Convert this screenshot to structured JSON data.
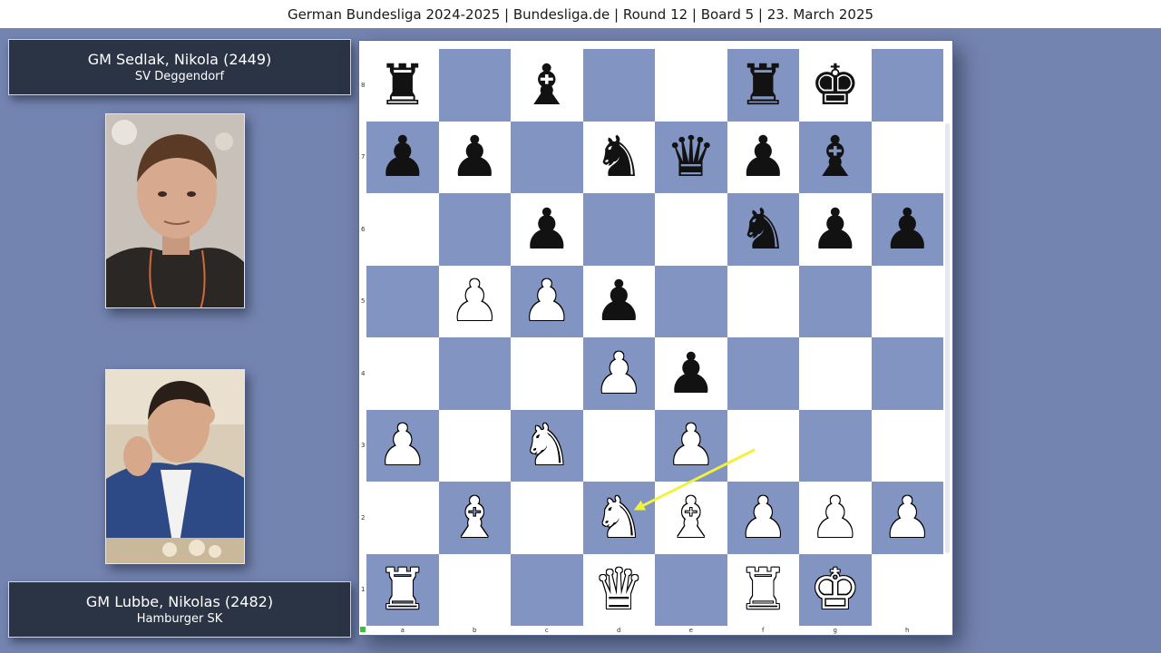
{
  "header": {
    "title": "German Bundesliga 2024-2025 | Bundesliga.de | Round 12 | Board 5 | 23. March 2025"
  },
  "black_player": {
    "name": "GM Sedlak, Nikola (2449)",
    "club": "SV Deggendorf"
  },
  "white_player": {
    "name": "GM Lubbe, Nikolas (2482)",
    "club": "Hamburger SK"
  },
  "board": {
    "files": [
      "a",
      "b",
      "c",
      "d",
      "e",
      "f",
      "g",
      "h"
    ],
    "ranks": [
      "8",
      "7",
      "6",
      "5",
      "4",
      "3",
      "2",
      "1"
    ],
    "light_color": "#ffffff",
    "dark_color": "#8194c2",
    "pieces": [
      {
        "square": "a8",
        "piece": "r"
      },
      {
        "square": "c8",
        "piece": "b"
      },
      {
        "square": "f8",
        "piece": "r"
      },
      {
        "square": "g8",
        "piece": "k"
      },
      {
        "square": "a7",
        "piece": "p"
      },
      {
        "square": "b7",
        "piece": "p"
      },
      {
        "square": "d7",
        "piece": "n"
      },
      {
        "square": "e7",
        "piece": "q"
      },
      {
        "square": "f7",
        "piece": "p"
      },
      {
        "square": "g7",
        "piece": "b"
      },
      {
        "square": "c6",
        "piece": "p"
      },
      {
        "square": "f6",
        "piece": "n"
      },
      {
        "square": "g6",
        "piece": "p"
      },
      {
        "square": "h6",
        "piece": "p"
      },
      {
        "square": "b5",
        "piece": "P"
      },
      {
        "square": "c5",
        "piece": "P"
      },
      {
        "square": "d5",
        "piece": "p"
      },
      {
        "square": "d4",
        "piece": "P"
      },
      {
        "square": "e4",
        "piece": "p"
      },
      {
        "square": "a3",
        "piece": "P"
      },
      {
        "square": "c3",
        "piece": "N"
      },
      {
        "square": "e3",
        "piece": "P"
      },
      {
        "square": "b2",
        "piece": "B"
      },
      {
        "square": "d2",
        "piece": "N"
      },
      {
        "square": "e2",
        "piece": "B"
      },
      {
        "square": "f2",
        "piece": "P"
      },
      {
        "square": "g2",
        "piece": "P"
      },
      {
        "square": "h2",
        "piece": "P"
      },
      {
        "square": "a1",
        "piece": "R"
      },
      {
        "square": "d1",
        "piece": "Q"
      },
      {
        "square": "f1",
        "piece": "R"
      },
      {
        "square": "g1",
        "piece": "K"
      }
    ],
    "arrow": {
      "from": "f3",
      "to": "d2",
      "color": "#f2f23a"
    }
  }
}
